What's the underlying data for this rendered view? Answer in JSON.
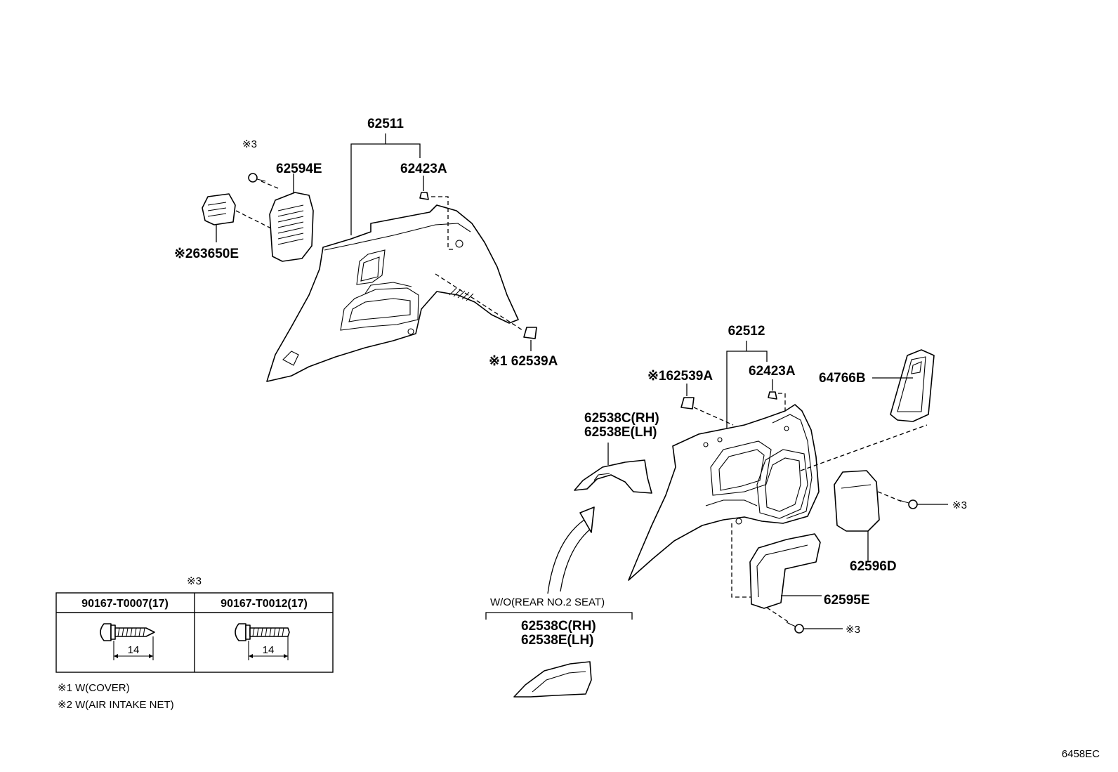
{
  "labels": {
    "p62511": "62511",
    "p62594E": "62594E",
    "p62423A_top": "62423A",
    "mark3_top": "※3",
    "p63650E": "※263650E",
    "p62539A_top": "※1 62539A",
    "p62512": "62512",
    "p62539A_right": "※162539A",
    "p62423A_right": "62423A",
    "p64766B": "64766B",
    "p62538C_rh_top": "62538C(RH)",
    "p62538E_lh_top": "62538E(LH)",
    "mark3_right": "※3",
    "p62596D": "62596D",
    "p62595E": "62595E",
    "mark3_bottom": "※3",
    "wo_rear_seat": "W/O(REAR NO.2 SEAT)",
    "p62538C_rh_bottom": "62538C(RH)",
    "p62538E_lh_bottom": "62538E(LH)"
  },
  "screw_table": {
    "marker": "※3",
    "columns": [
      {
        "part_no": "90167-T0007(17)",
        "dimension": "14"
      },
      {
        "part_no": "90167-T0012(17)",
        "dimension": "14"
      }
    ]
  },
  "notes": [
    "※1 W(COVER)",
    "※2 W(AIR INTAKE NET)"
  ],
  "diagram_code": "6458EC"
}
